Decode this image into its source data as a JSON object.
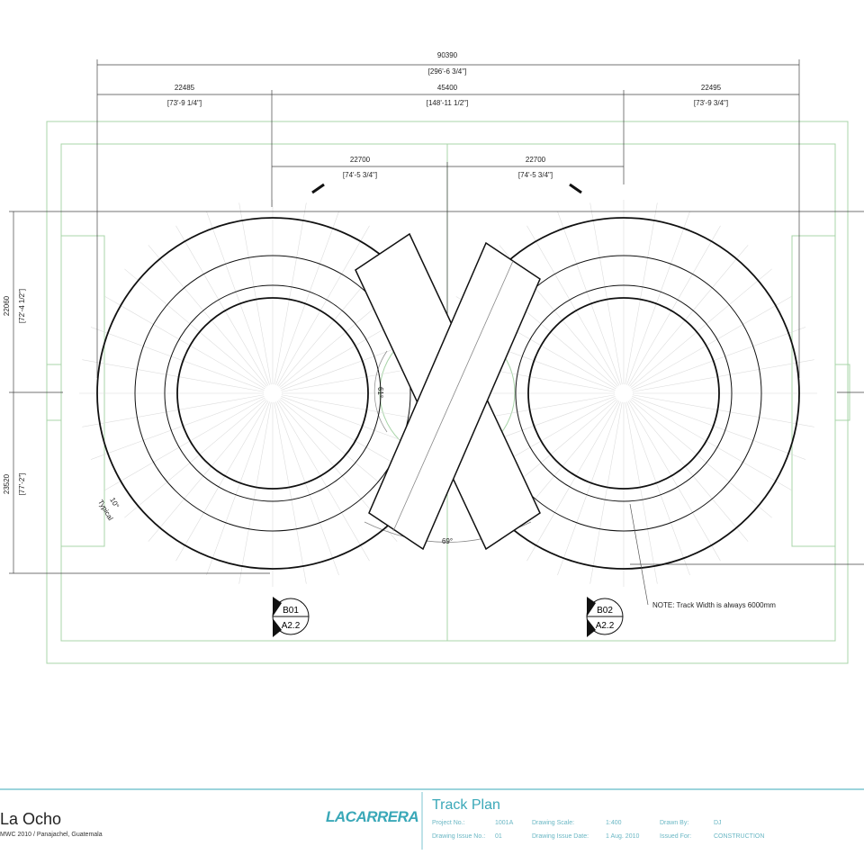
{
  "dimensions": {
    "overall": {
      "mm": "90390",
      "imperial": "[296'-6 3/4\"]"
    },
    "left": {
      "mm": "22485",
      "imperial": "[73'-9 1/4\"]"
    },
    "center": {
      "mm": "45400",
      "imperial": "[148'-11 1/2\"]"
    },
    "right": {
      "mm": "22495",
      "imperial": "[73'-9 3/4\"]"
    },
    "half_left": {
      "mm": "22700",
      "imperial": "[74'-5 3/4\"]"
    },
    "half_right": {
      "mm": "22700",
      "imperial": "[74'-5 3/4\"]"
    },
    "upper_vertical": {
      "mm": "22060",
      "imperial": "[72'-4 1/2\"]"
    },
    "lower_vertical": {
      "mm": "23520",
      "imperial": "[77'-2\"]"
    }
  },
  "angles": {
    "crossing_top": "61°",
    "crossing_bottom": "69°",
    "typical": "10°",
    "typical_label": "Typical"
  },
  "section_markers": [
    {
      "id": "B01",
      "sheet": "A2.2"
    },
    {
      "id": "B02",
      "sheet": "A2.2"
    }
  ],
  "note": "NOTE: Track Width is always 6000mm",
  "title_block": {
    "project_name": "La Ocho",
    "project_sub": "MWC 2010  /  Panajachel, Guatemala",
    "logo": "LACARRERA",
    "drawing_title": "Track Plan",
    "fields": [
      {
        "label": "Project No.:",
        "value": "1001A"
      },
      {
        "label": "Drawing Scale:",
        "value": "1:400"
      },
      {
        "label": "Drawn By:",
        "value": "DJ"
      },
      {
        "label": "Drawing Issue No.:",
        "value": "01"
      },
      {
        "label": "Drawing Issue Date:",
        "value": "1 Aug. 2010"
      },
      {
        "label": "Issued For:",
        "value": "CONSTRUCTION"
      }
    ]
  },
  "colors": {
    "field_lines": "#9fcf9f",
    "track": "#111111",
    "accent": "#3aa8b8"
  }
}
